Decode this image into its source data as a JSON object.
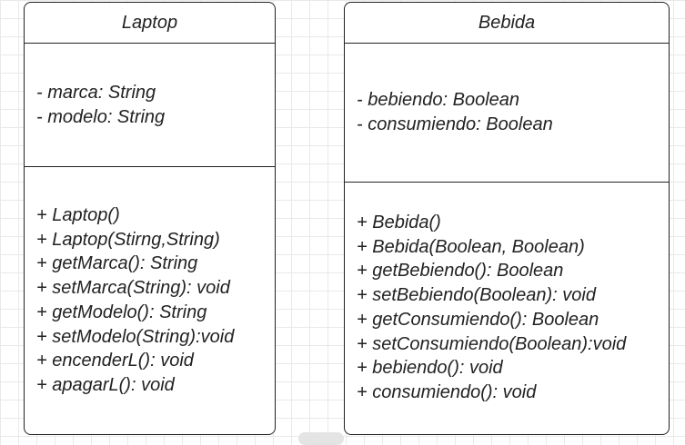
{
  "classes": {
    "laptop": {
      "name": "Laptop",
      "attributes": [
        "- marca: String",
        "- modelo: String"
      ],
      "methods": [
        "+ Laptop()",
        "+ Laptop(Stirng,String)",
        "+ getMarca(): String",
        "+ setMarca(String): void",
        "+ getModelo(): String",
        "+ setModelo(String):void",
        "+ encenderL(): void",
        "+ apagarL(): void"
      ]
    },
    "bebida": {
      "name": "Bebida",
      "attributes": [
        "- bebiendo: Boolean",
        "- consumiendo: Boolean"
      ],
      "methods": [
        "+ Bebida()",
        "+ Bebida(Boolean, Boolean)",
        "+ getBebiendo(): Boolean",
        "+ setBebiendo(Boolean): void",
        "+ getConsumiendo(): Boolean",
        "+ setConsumiendo(Boolean):void",
        "+ bebiendo(): void",
        "+ consumiendo(): void"
      ]
    }
  }
}
